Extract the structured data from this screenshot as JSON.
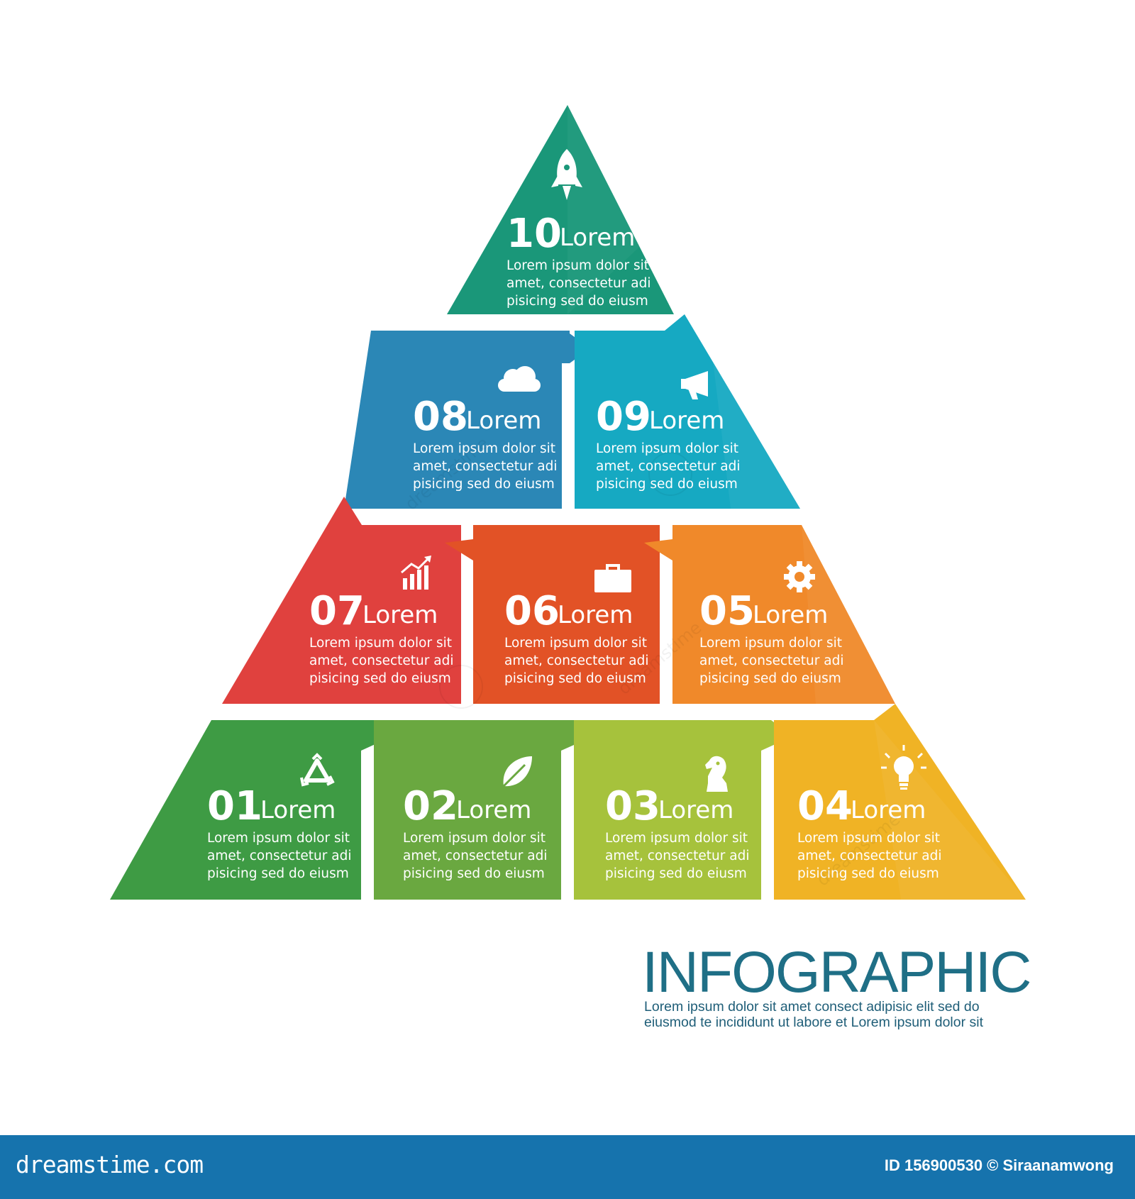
{
  "colors": {
    "step_10": "#1a9779",
    "step_09": "#16a9c2",
    "step_08": "#2b87b6",
    "step_07": "#e0413e",
    "step_06": "#e25226",
    "step_05": "#f0892a",
    "step_01": "#3e9b44",
    "step_02": "#6aa840",
    "step_03": "#a6c23c",
    "step_04": "#f0b325",
    "heading": "#1f6f86",
    "footer": "#1673ad"
  },
  "steps": [
    {
      "number": "10",
      "word": "Lorem",
      "icon": "rocket-icon",
      "lines": [
        "Lorem ipsum dolor sit",
        "amet, consectetur adi",
        "pisicing  sed do eiusm"
      ]
    },
    {
      "number": "08",
      "word": "Lorem",
      "icon": "cloud-icon",
      "lines": [
        "Lorem ipsum dolor sit",
        "amet, consectetur adi",
        "pisicing  sed do eiusm"
      ]
    },
    {
      "number": "09",
      "word": "Lorem",
      "icon": "megaphone-icon",
      "lines": [
        "Lorem ipsum dolor sit",
        "amet, consectetur adi",
        "pisicing  sed do eiusm"
      ]
    },
    {
      "number": "07",
      "word": "Lorem",
      "icon": "bar-chart-icon",
      "lines": [
        "Lorem ipsum dolor sit",
        "amet, consectetur adi",
        "pisicing  sed do eiusm"
      ]
    },
    {
      "number": "06",
      "word": "Lorem",
      "icon": "briefcase-icon",
      "lines": [
        "Lorem ipsum dolor sit",
        "amet, consectetur adi",
        "pisicing  sed do eiusm"
      ]
    },
    {
      "number": "05",
      "word": "Lorem",
      "icon": "gear-icon",
      "lines": [
        "Lorem ipsum dolor sit",
        "amet, consectetur adi",
        "pisicing  sed do eiusm"
      ]
    },
    {
      "number": "01",
      "word": "Lorem",
      "icon": "recycle-icon",
      "lines": [
        "Lorem ipsum dolor sit",
        "amet, consectetur adi",
        "pisicing  sed do eiusm"
      ]
    },
    {
      "number": "02",
      "word": "Lorem",
      "icon": "leaf-icon",
      "lines": [
        "Lorem ipsum dolor sit",
        "amet, consectetur adi",
        "pisicing  sed do eiusm"
      ]
    },
    {
      "number": "03",
      "word": "Lorem",
      "icon": "chess-knight-icon",
      "lines": [
        "Lorem ipsum dolor sit",
        "amet, consectetur adi",
        "pisicing  sed do eiusm"
      ]
    },
    {
      "number": "04",
      "word": "Lorem",
      "icon": "lightbulb-icon",
      "lines": [
        "Lorem ipsum dolor sit",
        "amet, consectetur adi",
        "pisicing  sed do eiusm"
      ]
    }
  ],
  "heading": "INFOGRAPHIC",
  "caption": {
    "line1": "Lorem ipsum dolor sit amet consect adipisic elit sed do",
    "line2": "eiusmod te incididunt ut labore et Lorem ipsum dolor sit"
  },
  "watermark": "dreamstime",
  "footer": {
    "brand": "dreamstime.com",
    "credit": "ID 156900530 © Siraanamwong"
  }
}
